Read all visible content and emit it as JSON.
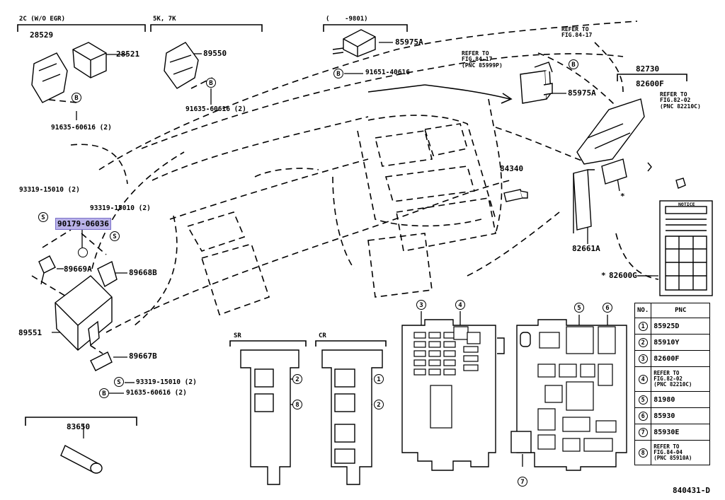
{
  "sections": {
    "s2c": "2C (W/O EGR)",
    "s5k": "5K, 7K",
    "s9801": "(    -9801)",
    "sr": "SR",
    "cr": "CR"
  },
  "parts": {
    "p28529": "28529",
    "p28521": "28521",
    "p91635a": "91635-60616 (2)",
    "p89550": "89550",
    "p91635b": "91635-60616 (2)",
    "p85975a1": "85975A",
    "p91651": "91651-40616",
    "p85975a2": "85975A",
    "p82730": "82730",
    "p82600f": "82600F",
    "p84340": "84340",
    "p82661a": "82661A",
    "p82600g": "82600G",
    "p93319a": "93319-15010 (2)",
    "p93319b": "93319-15010 (2)",
    "p90179": "90179-06036",
    "p89669a": "89669A",
    "p89668b": "89668B",
    "p89551": "89551",
    "p89667b": "89667B",
    "p93319c": "93319-15010 (2)",
    "p91635c": "91635-60616 (2)",
    "p83650": "83650",
    "diagram_id": "840431-D",
    "star": "*",
    "star2": "*"
  },
  "refs": {
    "r1": "REFER TO\nFIG.84-17",
    "r2": "REFER TO\nFIG.84-17\n(PNC 85999P)",
    "r3": "REFER TO\nFIG.82-02\n(PNC 82210C)"
  },
  "notice": "NOTICE",
  "circles": {
    "c1": "1",
    "c2a": "2",
    "c2b": "2",
    "c3": "3",
    "c4": "4",
    "c5": "5",
    "c6": "6",
    "c7": "7",
    "c8": "8",
    "bB1": "B",
    "bB2": "B",
    "bB3": "B",
    "bB4": "B",
    "bB5": "B",
    "sS1": "S",
    "sS2": "S",
    "sS3": "S"
  },
  "table": {
    "h_no": "NO.",
    "h_pnc": "PNC",
    "rows": [
      {
        "no": "1",
        "pnc": "85925D"
      },
      {
        "no": "2",
        "pnc": "85910Y"
      },
      {
        "no": "3",
        "pnc": "82600F"
      },
      {
        "no": "4",
        "pnc": "REFER TO\nFIG.82-02\n(PNC 82210C)"
      },
      {
        "no": "5",
        "pnc": "81980"
      },
      {
        "no": "6",
        "pnc": "85930"
      },
      {
        "no": "7",
        "pnc": "85930E"
      },
      {
        "no": "8",
        "pnc": "REFER TO\nFIG.84-04\n(PNC 85910A)"
      }
    ]
  }
}
